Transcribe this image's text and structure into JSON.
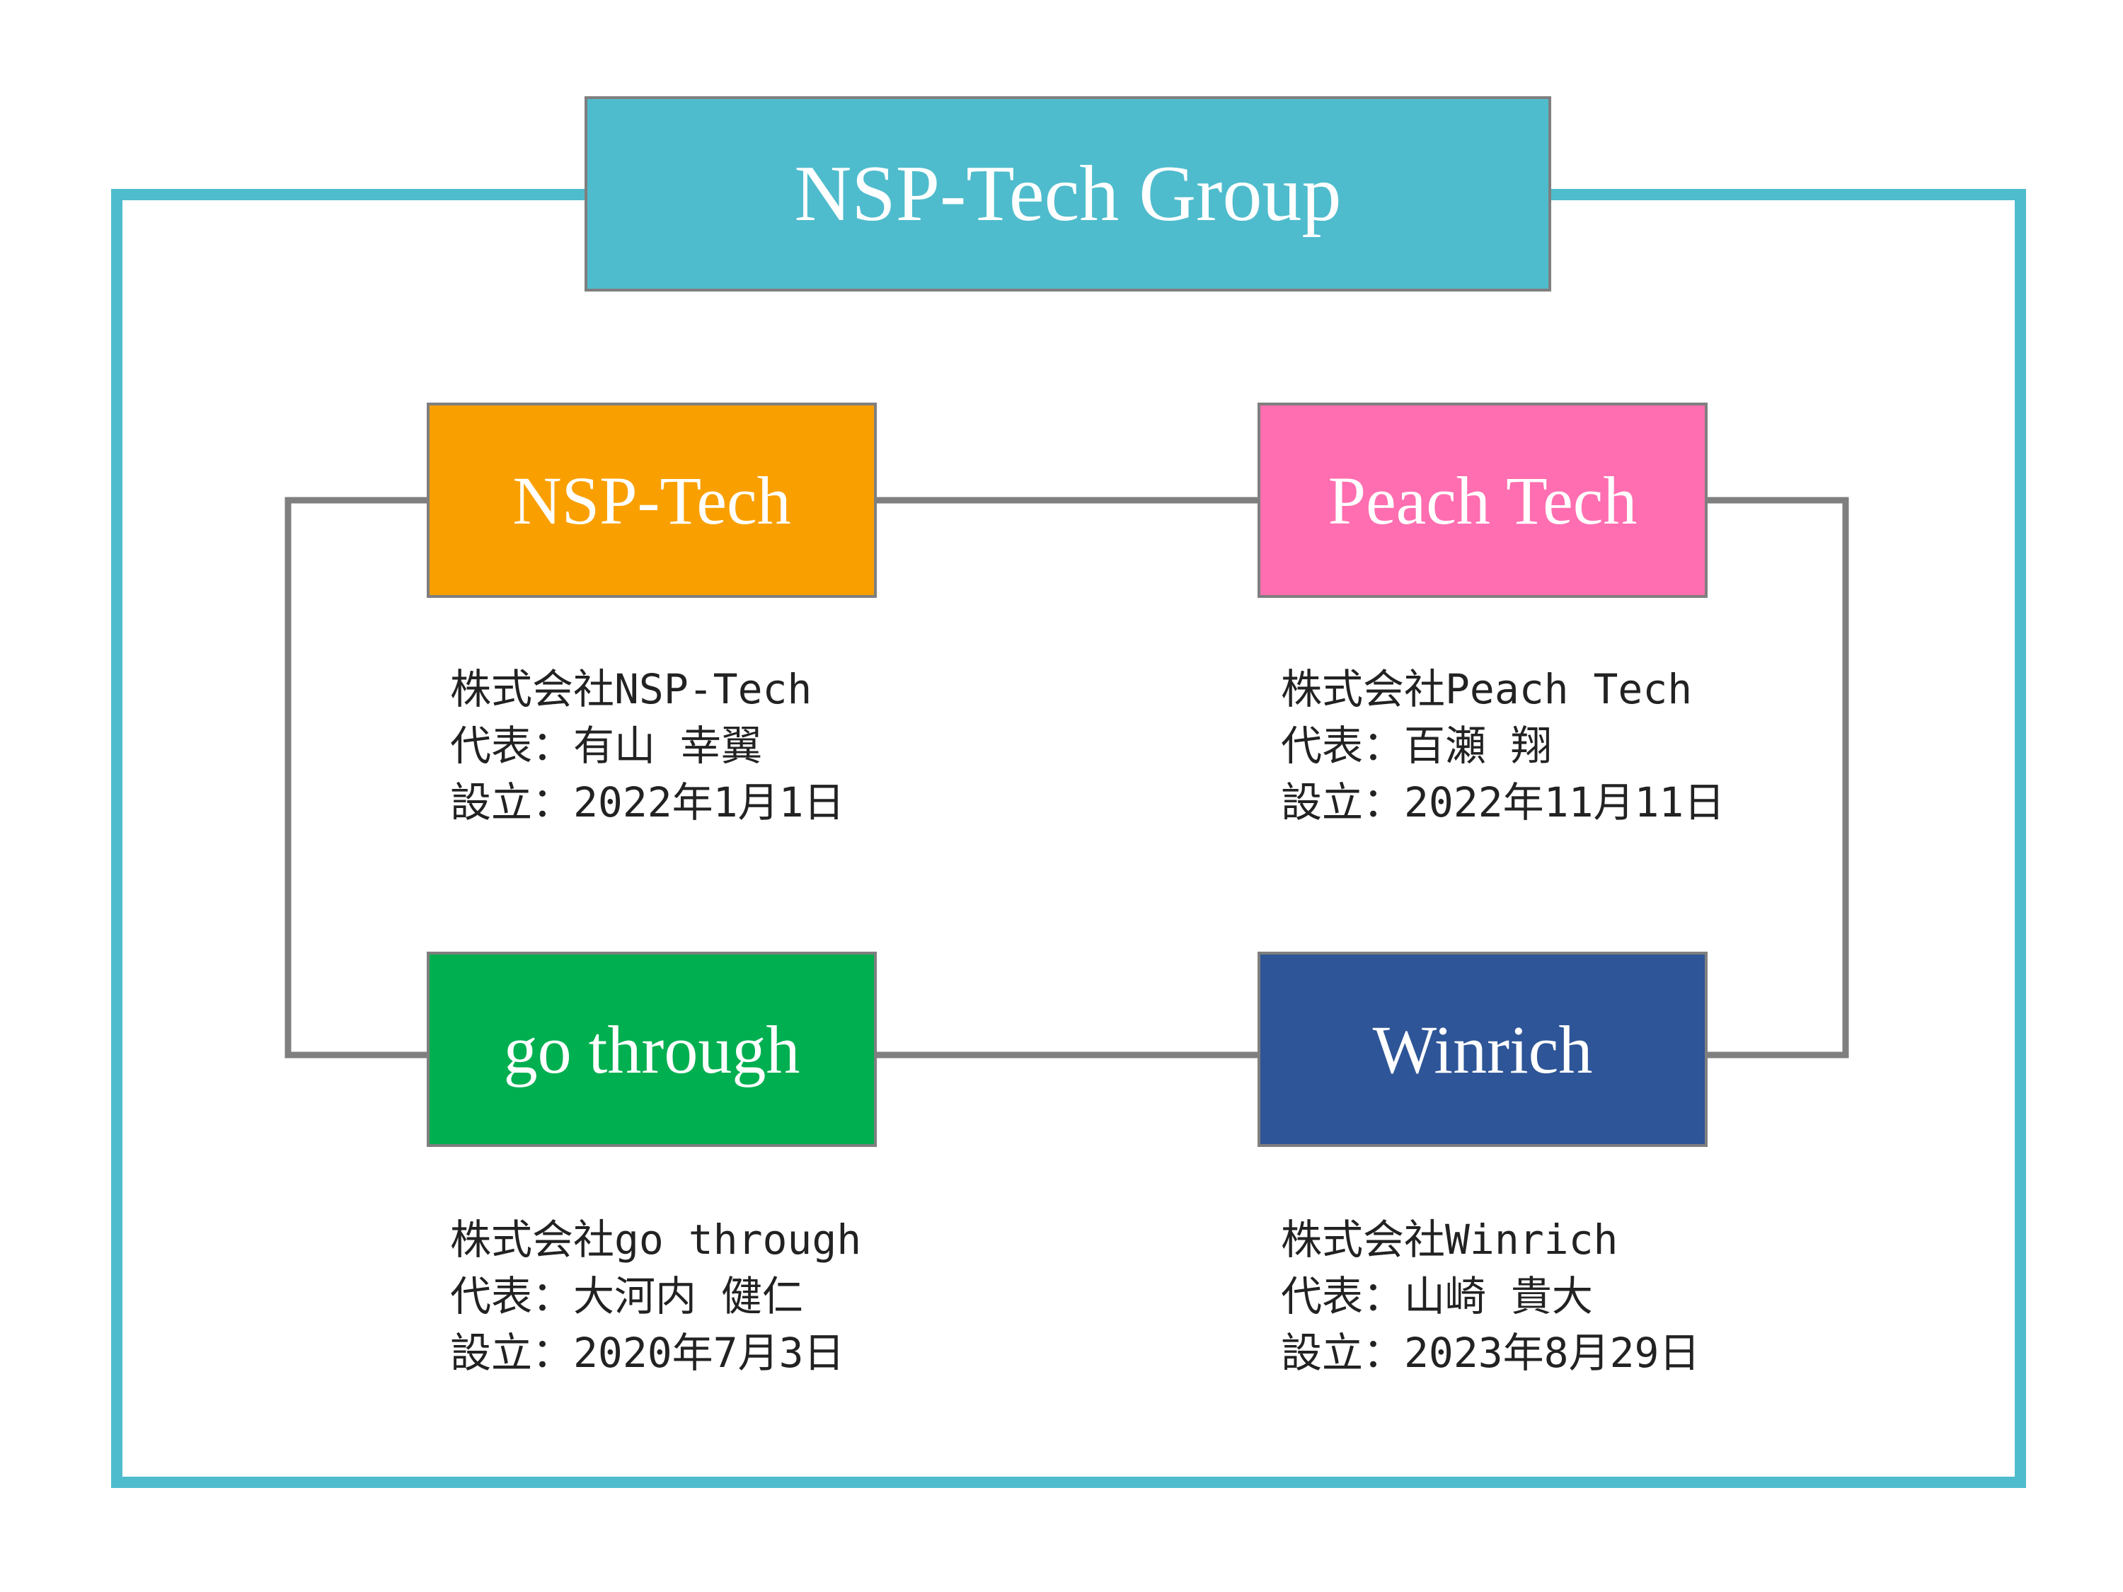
{
  "colors": {
    "frame": "#4fbccd",
    "connector": "#7f7f7f",
    "group_box": "#4fbccd",
    "nsp_tech": "#f9a000",
    "peach_tech": "#ff6eb0",
    "go_through": "#00af50",
    "winrich": "#2e5597"
  },
  "group": {
    "title": "NSP-Tech Group"
  },
  "companies": [
    {
      "name": "NSP-Tech",
      "legal_name": "株式会社NSP-Tech",
      "representative": "代表：有山 幸翼",
      "established": "設立：2022年1月1日"
    },
    {
      "name": "Peach Tech",
      "legal_name": "株式会社Peach Tech",
      "representative": "代表：百瀬 翔",
      "established": "設立：2022年11月11日"
    },
    {
      "name": "go through",
      "legal_name": "株式会社go through",
      "representative": "代表：大河内 健仁",
      "established": "設立：2020年7月3日"
    },
    {
      "name": "Winrich",
      "legal_name": "株式会社Winrich",
      "representative": "代表：山崎 貴大",
      "established": "設立：2023年8月29日"
    }
  ]
}
